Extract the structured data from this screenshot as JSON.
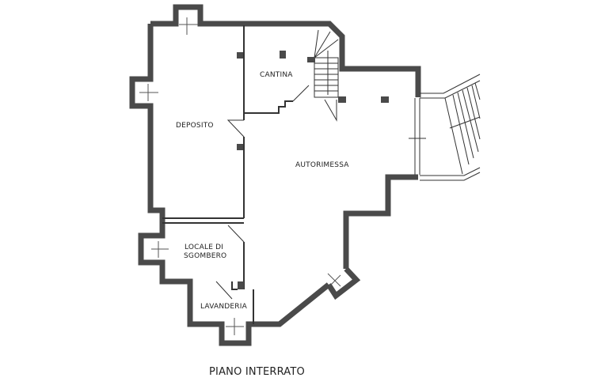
{
  "plan": {
    "title": "PIANO INTERRATO",
    "wall_color": "#4a4a4a",
    "line_color": "#333333",
    "rooms": [
      {
        "id": "deposito",
        "label": "DEPOSITO"
      },
      {
        "id": "cantina",
        "label": "CANTINA"
      },
      {
        "id": "autorimessa",
        "label": "AUTORIMESSA"
      },
      {
        "id": "locale-di-sgombero",
        "label_line1": "LOCALE DI",
        "label_line2": "SGOMBERO"
      },
      {
        "id": "lavanderia",
        "label": "LAVANDERIA"
      }
    ]
  }
}
